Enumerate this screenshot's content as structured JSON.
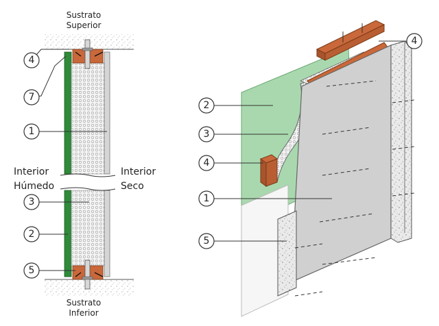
{
  "section_view": {
    "top_label_line1": "Sustrato",
    "top_label_line2": "Superior",
    "bottom_label_line1": "Sustrato",
    "bottom_label_line2": "Inferior",
    "left_side_line1": "Interior",
    "left_side_line2": "Húmedo",
    "right_side_line1": "Interior",
    "right_side_line2": "Seco",
    "callouts": [
      "4",
      "7",
      "1",
      "3",
      "2",
      "5"
    ]
  },
  "iso_view": {
    "callouts": [
      "4",
      "2",
      "3",
      "4",
      "1",
      "5"
    ]
  },
  "colors": {
    "green_board": "#2f8a3a",
    "green_panel": "#a9d8ae",
    "timber": "#c9683a",
    "grey_board": "#d0d0d0",
    "insulation": "#ececec"
  }
}
